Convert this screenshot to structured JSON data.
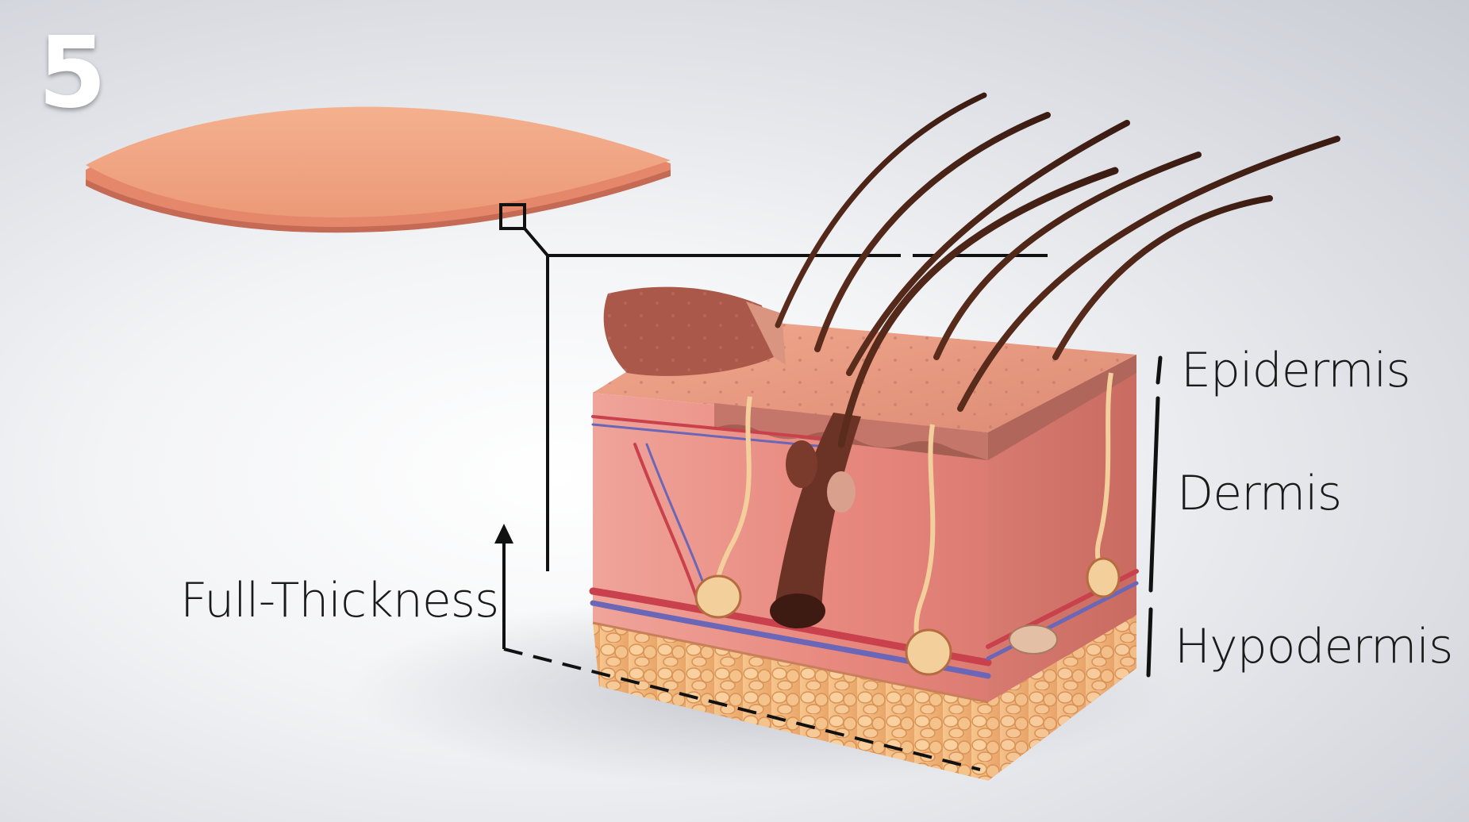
{
  "step_number": "5",
  "labels": {
    "epidermis": "Epidermis",
    "dermis": "Dermis",
    "hypodermis": "Hypodermis",
    "depth": "Full-Thickness"
  },
  "colors": {
    "skin_surface": "#f0a07e",
    "dermis": "#e88b80",
    "hypodermis_fat": "#eeb27c",
    "hair": "#4a2418",
    "vessel_red": "#c8414c",
    "vessel_blue": "#6a66b8",
    "gland": "#f3cf9c",
    "line": "#111111"
  }
}
